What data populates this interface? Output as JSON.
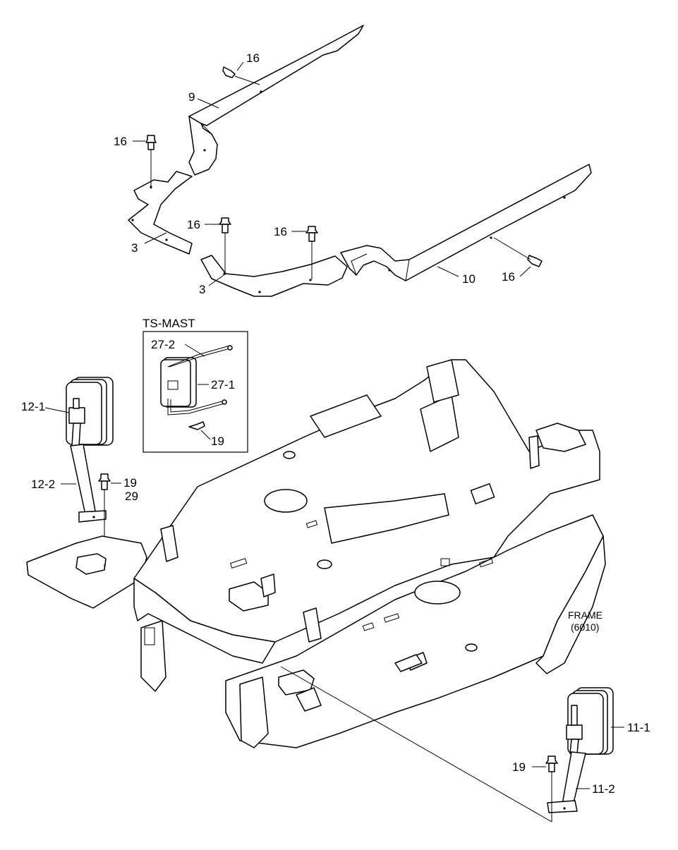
{
  "diagram": {
    "inset_title": "TS-MAST",
    "frame_label": "FRAME",
    "frame_ref": "(6010)",
    "callouts": {
      "c16a": "16",
      "c9": "9",
      "c16b": "16",
      "c16c": "16",
      "c16d": "16",
      "c3a": "3",
      "c3b": "3",
      "c10": "10",
      "c16e": "16",
      "c27_2": "27-2",
      "c27_1": "27-1",
      "c19a": "19",
      "c12_1": "12-1",
      "c12_2": "12-2",
      "c19b": "19",
      "c29": "29",
      "c11_1": "11-1",
      "c19c": "19",
      "c11_2": "11-2"
    }
  }
}
